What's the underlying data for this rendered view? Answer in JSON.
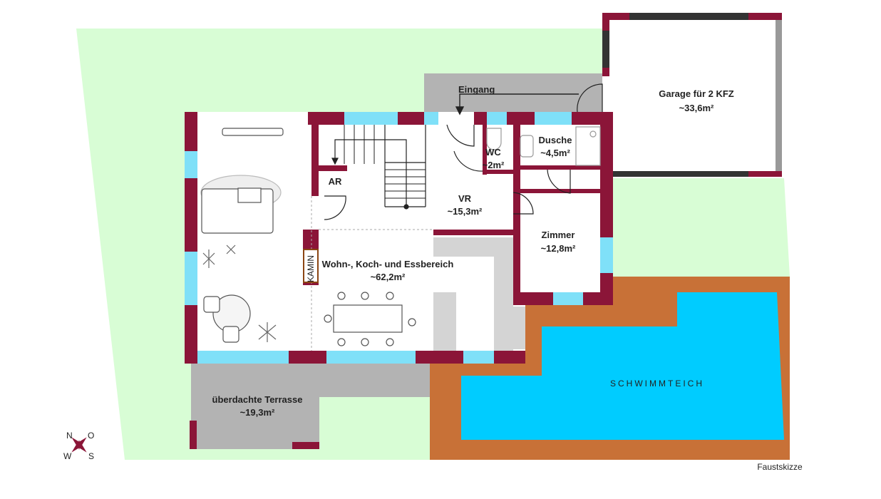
{
  "colors": {
    "lawn": "#d8fdd5",
    "wall": "#8b1538",
    "window": "#7fe0f8",
    "paving": "#b3b3b3",
    "pond_edge": "#c87137",
    "pond_water": "#00ccff",
    "garage_wall": "#333333"
  },
  "labels": {
    "entrance": "Eingang",
    "garage": {
      "name": "Garage für 2 KFZ",
      "area": "~33,6m²"
    },
    "wc": {
      "name": "WC",
      "area": "~2m²"
    },
    "shower": {
      "name": "Dusche",
      "area": "~4,5m²"
    },
    "storage": {
      "name": "AR"
    },
    "hall": {
      "name": "VR",
      "area": "~15,3m²"
    },
    "room": {
      "name": "Zimmer",
      "area": "~12,8m²"
    },
    "living": {
      "name": "Wohn-, Koch- und Essbereich",
      "area": "~62,2m²"
    },
    "fireplace": "KAMIN",
    "terrace": {
      "name": "überdachte Terrasse",
      "area": "~19,3m²"
    },
    "pond": "SCHWIMMTEICH",
    "footer": "Faustskizze"
  },
  "compass": {
    "n": "N",
    "o": "O",
    "s": "S",
    "w": "W"
  }
}
